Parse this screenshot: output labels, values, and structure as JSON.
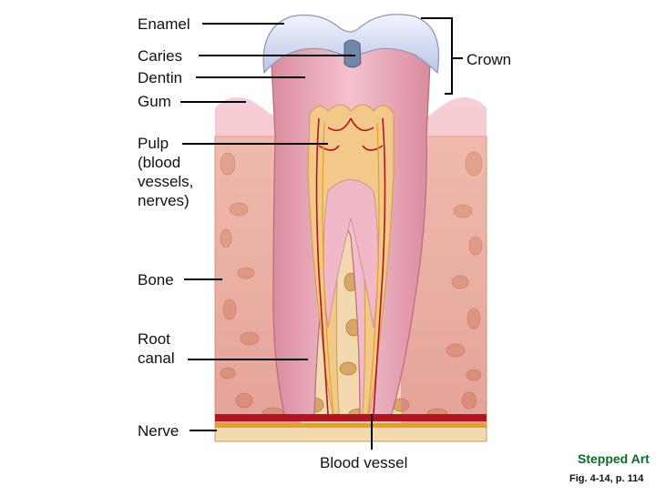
{
  "labels": {
    "enamel": "Enamel",
    "caries": "Caries",
    "dentin": "Dentin",
    "gum": "Gum",
    "pulp": "Pulp\n(blood\nvessels,\nnerves)",
    "bone": "Bone",
    "root_canal": "Root\ncanal",
    "nerve": "Nerve",
    "blood_vessel": "Blood vessel",
    "crown": "Crown"
  },
  "credit": "Stepped Art",
  "figure_ref": "Fig. 4-14, p. 114",
  "colors": {
    "enamel": "#c7d2ea",
    "dentin": "#e9a7b7",
    "pulp": "#f3c98a",
    "gum": "#e58d9c",
    "bone": "#f2d9b0",
    "bone_pores": "#d8a766",
    "vessel": "#b3141f",
    "nerve": "#e3a11d"
  }
}
